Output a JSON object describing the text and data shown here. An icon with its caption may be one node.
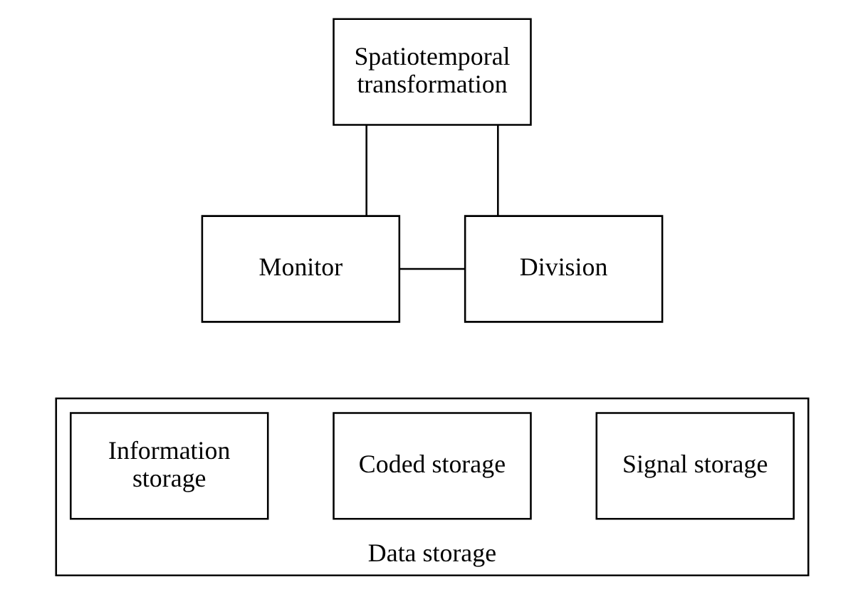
{
  "diagram": {
    "nodes": [
      {
        "text": [
          "Spatiotemporal transformation"
        ]
      },
      {
        "text": [
          "Monitor"
        ]
      },
      {
        "text": [
          "Division"
        ]
      },
      {
        "text": [
          "Data storage"
        ]
      },
      {
        "text": [
          "Information storage"
        ],
        "in": 3
      },
      {
        "text": [
          "Coded storage"
        ],
        "in": 3
      },
      {
        "text": [
          "Signal storage"
        ],
        "in": 3
      }
    ],
    "edges": [
      {
        "from": 0,
        "to": 1,
        "arrow": "none"
      },
      {
        "from": 0,
        "to": 2,
        "arrow": "none"
      },
      {
        "from": 1,
        "to": 2,
        "arrow": "none"
      }
    ]
  }
}
